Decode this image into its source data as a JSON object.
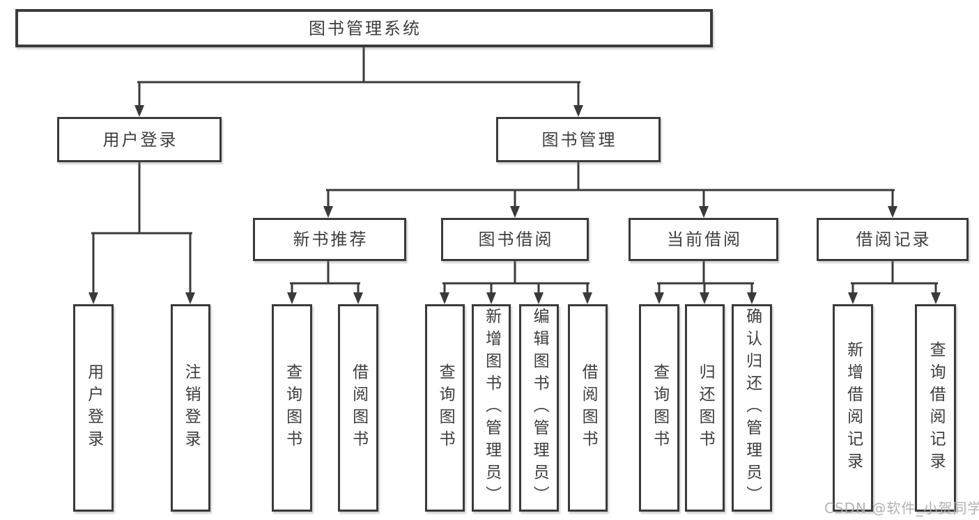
{
  "diagram": {
    "type": "tree",
    "root": {
      "label": "图书管理系统"
    },
    "branches": [
      {
        "label": "用户登录",
        "children": [
          {
            "label": "用户登录"
          },
          {
            "label": "注销登录"
          }
        ]
      },
      {
        "label": "图书管理",
        "children": [
          {
            "label": "新书推荐",
            "children": [
              {
                "label": "查询图书"
              },
              {
                "label": "借阅图书"
              }
            ]
          },
          {
            "label": "图书借阅",
            "children": [
              {
                "label": "查询图书"
              },
              {
                "label": "新增图书（管理员）"
              },
              {
                "label": "编辑图书（管理员）"
              },
              {
                "label": "借阅图书"
              }
            ]
          },
          {
            "label": "当前借阅",
            "children": [
              {
                "label": "查询图书"
              },
              {
                "label": "归还图书"
              },
              {
                "label": "确认归还（管理员）"
              }
            ]
          },
          {
            "label": "借阅记录",
            "children": [
              {
                "label": "新增借阅记录"
              },
              {
                "label": "查询借阅记录"
              }
            ]
          }
        ]
      }
    ]
  },
  "watermark": {
    "text": "CSDN @软件_小贺同学"
  },
  "colors": {
    "line": "#3a3a3a",
    "text": "#3d3d3d",
    "box_background": "#ffffff",
    "page_background": "#ffffff",
    "watermark": "#aaaaaa"
  }
}
